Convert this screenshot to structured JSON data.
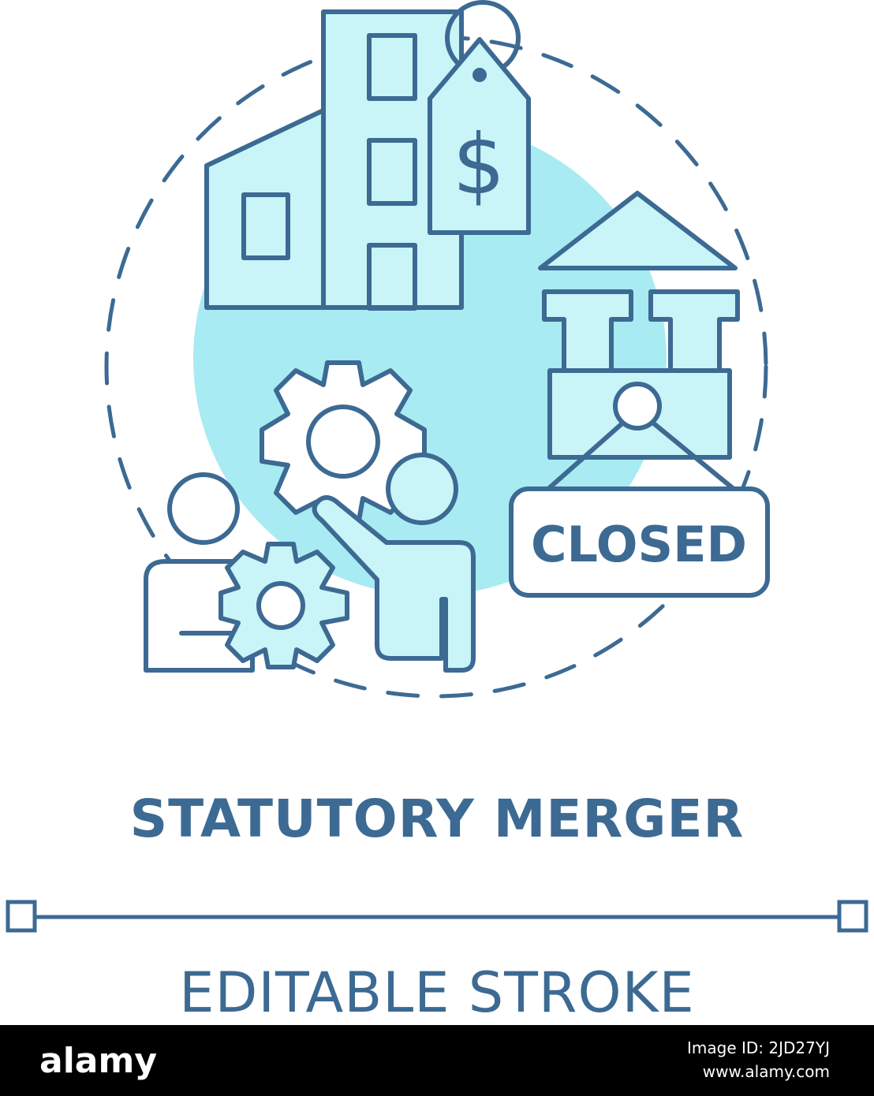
{
  "illustration": {
    "sign_text": "CLOSED",
    "price_symbol": "$",
    "colors": {
      "stroke": "#3c6a93",
      "fill_light": "#c9f4f8",
      "fill_circle": "#a8ebf2",
      "background": "#ffffff"
    }
  },
  "caption": {
    "title": "STATUTORY MERGER",
    "subtitle": "EDITABLE STROKE"
  },
  "footer": {
    "logo": "alamy",
    "image_id": "Image ID: 2JD27YJ",
    "site": "www.alamy.com"
  }
}
